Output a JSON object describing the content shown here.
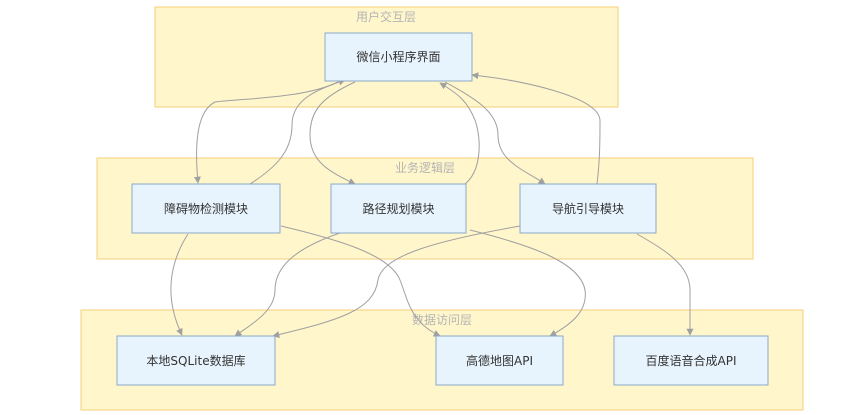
{
  "layers": {
    "ui": "用户交互层",
    "logic": "业务逻辑层",
    "data": "数据访问层"
  },
  "nodes": {
    "wechat": "微信小程序界面",
    "obstacle": "障碍物检测模块",
    "route": "路径规划模块",
    "guide": "导航引导模块",
    "sqlite": "本地SQLite数据库",
    "amap": "高德地图API",
    "baidu": "百度语音合成API"
  },
  "edges": [
    {
      "from": "wechat",
      "to": "obstacle"
    },
    {
      "from": "obstacle",
      "to": "wechat"
    },
    {
      "from": "wechat",
      "to": "route"
    },
    {
      "from": "route",
      "to": "wechat"
    },
    {
      "from": "wechat",
      "to": "guide"
    },
    {
      "from": "guide",
      "to": "wechat"
    },
    {
      "from": "obstacle",
      "to": "sqlite"
    },
    {
      "from": "obstacle",
      "to": "amap"
    },
    {
      "from": "route",
      "to": "sqlite"
    },
    {
      "from": "route",
      "to": "amap"
    },
    {
      "from": "guide",
      "to": "sqlite"
    },
    {
      "from": "guide",
      "to": "baidu"
    }
  ]
}
